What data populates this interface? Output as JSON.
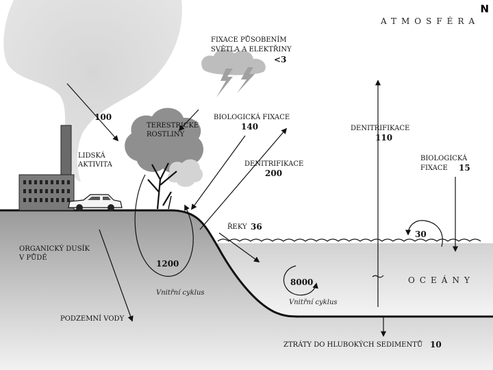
{
  "corner_letter": "N",
  "atmosphere": "ATMOSFÉRA",
  "oceans": "OCEÁNY",
  "labels": {
    "fixation_light": [
      "FIXACE PŮSOBENÍM",
      "SVĚTLA A ELEKTŘINY"
    ],
    "fixation_light_value": "<3",
    "human_activity": [
      "LIDSKÁ",
      "AKTIVITA"
    ],
    "human_value": "100",
    "terrestrial_plants": [
      "TERESTRICKÉ",
      "ROSTLINY"
    ],
    "bio_fixation": "BIOLOGICKÁ FIXACE",
    "bio_fixation_value": "140",
    "denitrification_land": "DENITRIFIKACE",
    "denitrification_land_value": "200",
    "denitrification_ocean": "DENITRIFIKACE",
    "denitrification_ocean_value": "110",
    "bio_fixation_ocean": [
      "BIOLOGICKÁ",
      "FIXACE"
    ],
    "bio_fixation_ocean_value": "15",
    "rivers": "ŘEKY",
    "rivers_value": "36",
    "soil_organic": [
      "ORGANICKÝ DUSÍK",
      "V PŮDĚ"
    ],
    "soil_cycle_value": "1200",
    "ocean_cycle_value": "8000",
    "ocean_surface_value": "30",
    "internal_cycle_land": "Vnitřní cyklus",
    "internal_cycle_ocean": "Vnitřní cyklus",
    "groundwater": "PODZEMNÍ VODY",
    "sediment_loss": "ZTRÁTY DO HLUBOKÝCH SEDIMENTŮ",
    "sediment_loss_value": "10"
  }
}
